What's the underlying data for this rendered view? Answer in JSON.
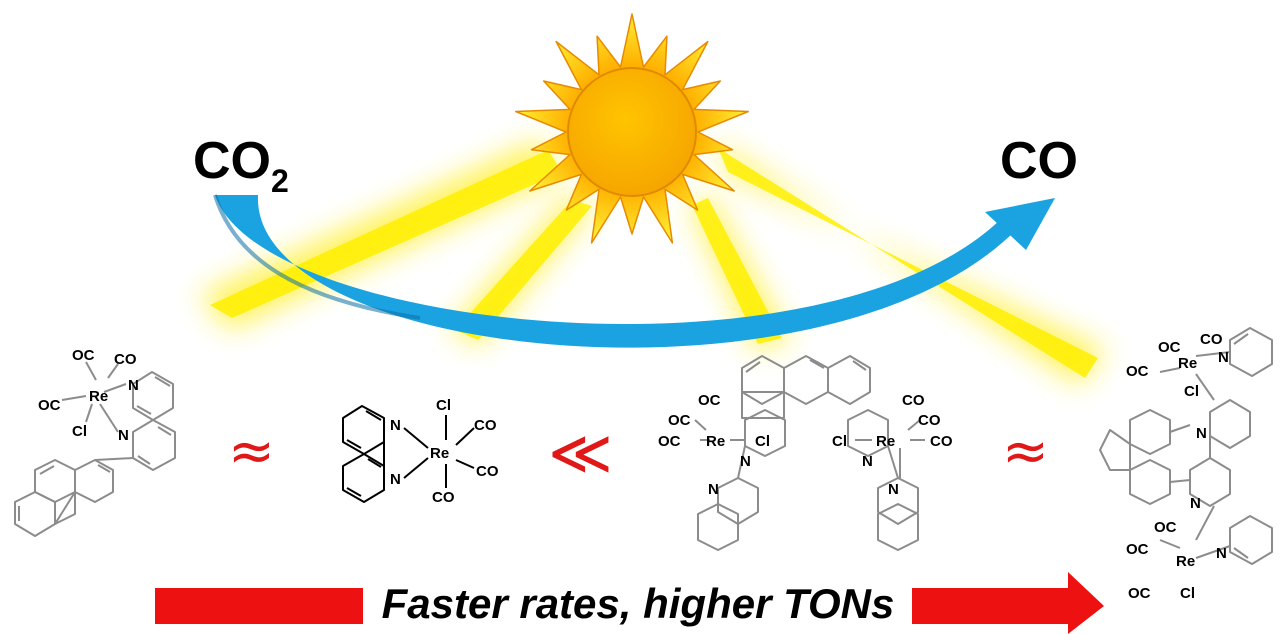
{
  "reaction": {
    "reactant_main": "CO",
    "reactant_sub": "2",
    "product": "CO"
  },
  "relations": {
    "approx_left": "≈",
    "much_less": "≪",
    "approx_right": "≈"
  },
  "labels": {
    "trend": "Faster rates, higher TONs"
  },
  "atoms": {
    "oc": "OC",
    "co": "CO",
    "re": "Re",
    "cl": "Cl",
    "n": "N"
  },
  "colors": {
    "arrow_blue": "#1aa3e0",
    "arrow_red": "#ee1111",
    "sun_core": "#ffbb00",
    "sun_rays": "#ffdd00",
    "relation_red": "#e01818",
    "structure_gray": "#8c8c8c"
  }
}
